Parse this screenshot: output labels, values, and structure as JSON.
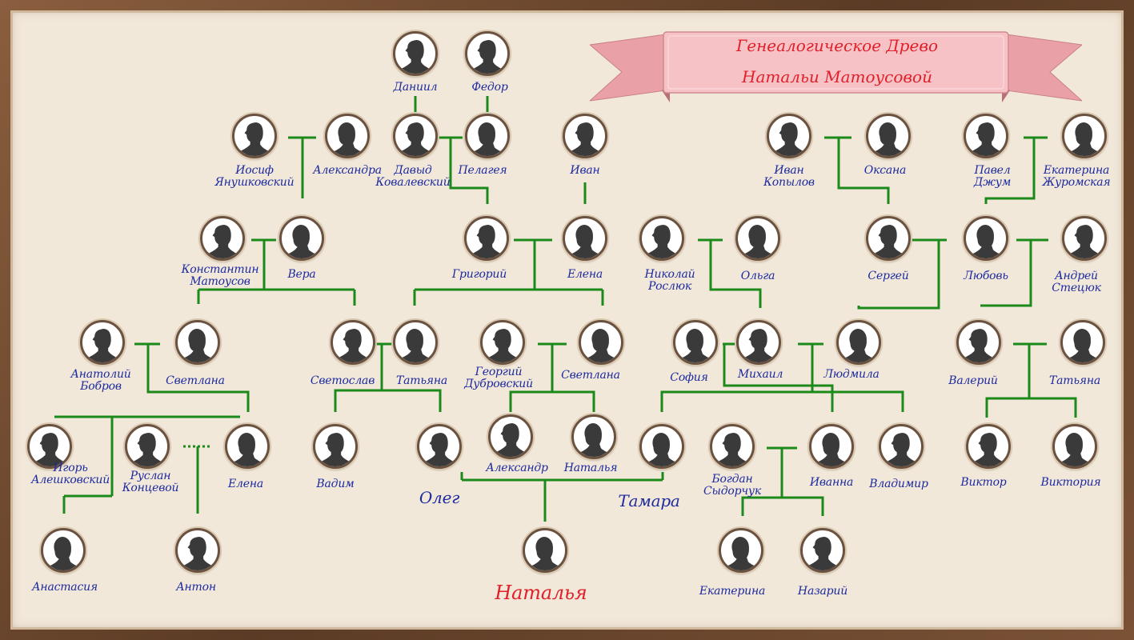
{
  "title": {
    "line1": "Генеалогическое Древо",
    "line2": "Натальи Матоусовой"
  },
  "colors": {
    "line": "#1b8a1b",
    "name": "#1c2a9e",
    "target": "#e0202a",
    "background": "#f2e8da",
    "ribbon": "#f4b8bd",
    "ribbon_dark": "#e49aa0"
  },
  "people": [
    {
      "name": "Даниил",
      "icon": "male-silhouette-icon"
    },
    {
      "name": "Федор",
      "icon": "male-silhouette-icon"
    },
    {
      "name": "Иосиф\nЯнушковский",
      "icon": "male-silhouette-icon"
    },
    {
      "name": "Александра",
      "icon": "female-silhouette-icon"
    },
    {
      "name": "Давыд\nКовалевский",
      "icon": "male-silhouette-icon"
    },
    {
      "name": "Пелагея",
      "icon": "female-silhouette-icon"
    },
    {
      "name": "Иван",
      "icon": "male-silhouette-icon"
    },
    {
      "name": "Иван\nКопылов",
      "icon": "male-silhouette-icon"
    },
    {
      "name": "Оксана",
      "icon": "female-silhouette-icon"
    },
    {
      "name": "Павел\nДжум",
      "icon": "male-silhouette-icon"
    },
    {
      "name": "Екатерина\nЖуромская",
      "icon": "female-silhouette-icon"
    },
    {
      "name": "Константин\nМатоусов",
      "icon": "male-silhouette-icon"
    },
    {
      "name": "Вера",
      "icon": "female-silhouette-icon"
    },
    {
      "name": "Григорий",
      "icon": "male-silhouette-icon"
    },
    {
      "name": "Елена",
      "icon": "female-silhouette-icon"
    },
    {
      "name": "Николай\nРослюк",
      "icon": "male-silhouette-icon"
    },
    {
      "name": "Ольга",
      "icon": "female-silhouette-icon"
    },
    {
      "name": "Сергей",
      "icon": "male-silhouette-icon"
    },
    {
      "name": "Любовь",
      "icon": "female-silhouette-icon"
    },
    {
      "name": "Андрей\nСтецюк",
      "icon": "male-silhouette-icon"
    },
    {
      "name": "Анатолий\nБобров",
      "icon": "male-silhouette-icon"
    },
    {
      "name": "Светлана",
      "icon": "female-silhouette-icon"
    },
    {
      "name": "Светослав",
      "icon": "male-silhouette-icon"
    },
    {
      "name": "Татьяна",
      "icon": "female-silhouette-icon"
    },
    {
      "name": "Георгий\nДубровский",
      "icon": "male-silhouette-icon"
    },
    {
      "name": "Светлана",
      "icon": "female-silhouette-icon"
    },
    {
      "name": "София",
      "icon": "female-silhouette-icon"
    },
    {
      "name": "Михаил",
      "icon": "male-silhouette-icon"
    },
    {
      "name": "Людмила",
      "icon": "female-silhouette-icon"
    },
    {
      "name": "Валерий",
      "icon": "male-silhouette-icon"
    },
    {
      "name": "Татьяна",
      "icon": "female-silhouette-icon"
    },
    {
      "name": "Игорь\nАлешковский",
      "icon": "male-silhouette-icon"
    },
    {
      "name": "Руслан\nКонцевой",
      "icon": "male-silhouette-icon"
    },
    {
      "name": "Елена",
      "icon": "female-silhouette-icon"
    },
    {
      "name": "Вадим",
      "icon": "male-silhouette-icon"
    },
    {
      "name": "Олег",
      "icon": "male-silhouette-icon"
    },
    {
      "name": "Александр",
      "icon": "male-silhouette-icon"
    },
    {
      "name": "Наталья",
      "icon": "female-silhouette-icon"
    },
    {
      "name": "Тамара",
      "icon": "female-silhouette-icon"
    },
    {
      "name": "Богдан\nСыдорчук",
      "icon": "male-silhouette-icon"
    },
    {
      "name": "Иванна",
      "icon": "female-silhouette-icon"
    },
    {
      "name": "Владимир",
      "icon": "male-silhouette-icon"
    },
    {
      "name": "Виктор",
      "icon": "male-silhouette-icon"
    },
    {
      "name": "Виктория",
      "icon": "female-silhouette-icon"
    },
    {
      "name": "Анастасия",
      "icon": "female-silhouette-icon"
    },
    {
      "name": "Антон",
      "icon": "male-silhouette-icon"
    },
    {
      "name": "Наталья",
      "icon": "female-silhouette-icon"
    },
    {
      "name": "Екатерина",
      "icon": "female-silhouette-icon"
    },
    {
      "name": "Назарий",
      "icon": "male-silhouette-icon"
    }
  ]
}
